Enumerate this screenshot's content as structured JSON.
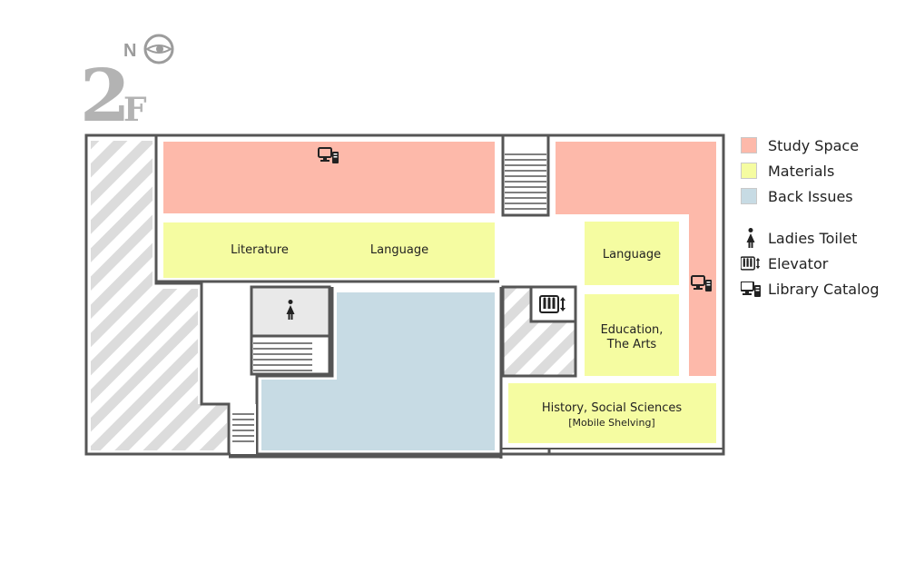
{
  "floor": {
    "number": "2",
    "suffix": "F",
    "north_label": "N"
  },
  "colors": {
    "study_space": "#fdb9aa",
    "materials": "#f5fca1",
    "back_issues": "#c7dbe4",
    "wall": "#555555",
    "hatch": "#d9d9d9",
    "toilet": "#e9e9e9"
  },
  "zones": {
    "literature": "Literature",
    "language_left": "Language",
    "language_right": "Language",
    "education_line1": "Education,",
    "education_line2": "The Arts",
    "history_line1": "History, Social Sciences",
    "history_line2": "[Mobile Shelving]"
  },
  "legend": {
    "study_space": "Study Space",
    "materials": "Materials",
    "back_issues": "Back Issues",
    "ladies_toilet": "Ladies Toilet",
    "elevator": "Elevator",
    "library_catalog": "Library Catalog"
  },
  "icons": [
    "computer-icon",
    "female-toilet-icon",
    "elevator-icon",
    "north-compass-icon"
  ]
}
